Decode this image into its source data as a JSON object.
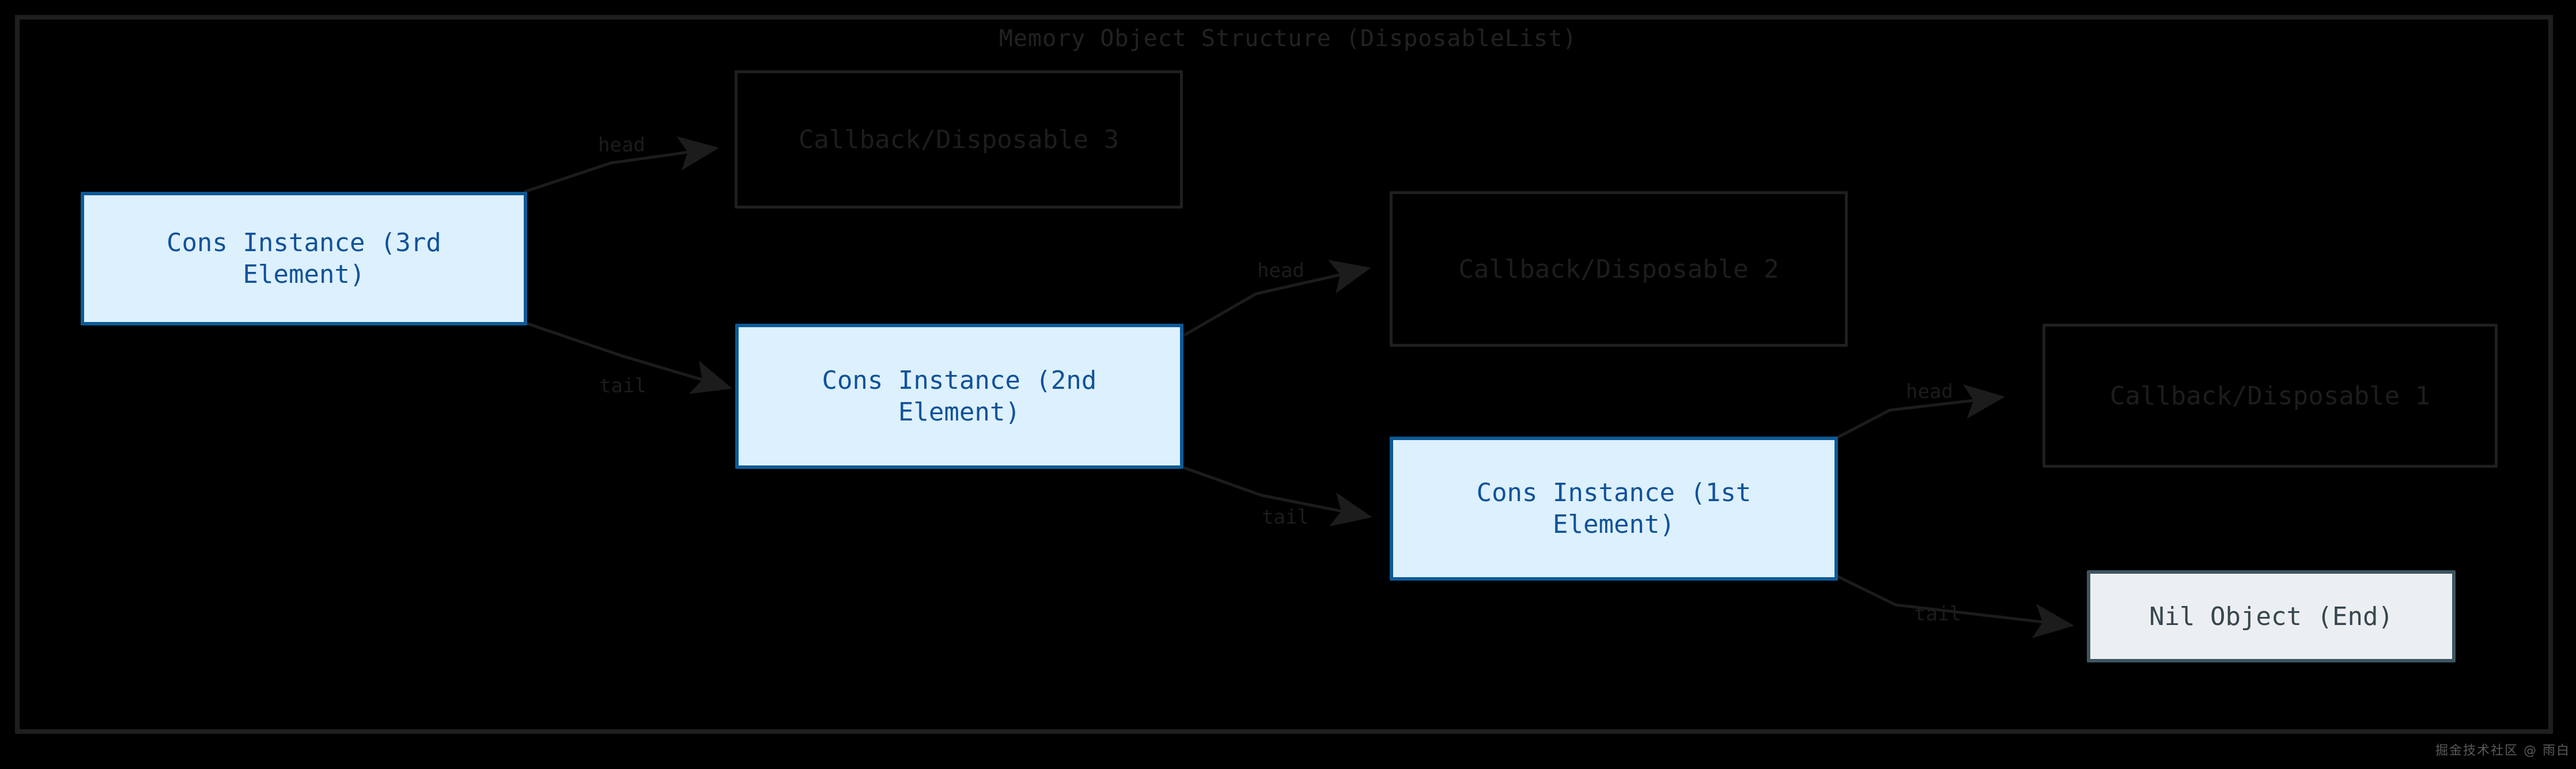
{
  "diagram": {
    "title": "Memory Object Structure (DisposableList)",
    "background_color": "#000000",
    "frame_color": "#1f1f1f",
    "palette": {
      "cons_fill": "#ddf0fd",
      "cons_border": "#0d5a96",
      "cons_text": "#10529a",
      "callback_fill": "#000000",
      "callback_border": "#1f1f1f",
      "callback_text": "#1d1d1d",
      "nil_fill": "#eceff1",
      "nil_border": "#3d5560",
      "nil_text": "#37474f",
      "edge_color": "#1c1c1c"
    },
    "nodes": [
      {
        "id": "cons3",
        "label": "Cons Instance (3rd Element)",
        "type": "cons"
      },
      {
        "id": "cb3",
        "label": "Callback/Disposable 3",
        "type": "callback"
      },
      {
        "id": "cons2",
        "label": "Cons Instance (2nd Element)",
        "type": "cons"
      },
      {
        "id": "cb2",
        "label": "Callback/Disposable 2",
        "type": "callback"
      },
      {
        "id": "cons1",
        "label": "Cons Instance (1st Element)",
        "type": "cons"
      },
      {
        "id": "cb1",
        "label": "Callback/Disposable 1",
        "type": "callback"
      },
      {
        "id": "nil",
        "label": "Nil Object (End)",
        "type": "nil"
      }
    ],
    "edges": [
      {
        "id": "e1",
        "from": "cons3",
        "to": "cb3",
        "label": "head"
      },
      {
        "id": "e2",
        "from": "cons3",
        "to": "cons2",
        "label": "tail"
      },
      {
        "id": "e3",
        "from": "cons2",
        "to": "cb2",
        "label": "head"
      },
      {
        "id": "e4",
        "from": "cons2",
        "to": "cons1",
        "label": "tail"
      },
      {
        "id": "e5",
        "from": "cons1",
        "to": "cb1",
        "label": "head"
      },
      {
        "id": "e6",
        "from": "cons1",
        "to": "nil",
        "label": "tail"
      }
    ]
  },
  "watermark": "掘金技术社区 @ 雨白"
}
